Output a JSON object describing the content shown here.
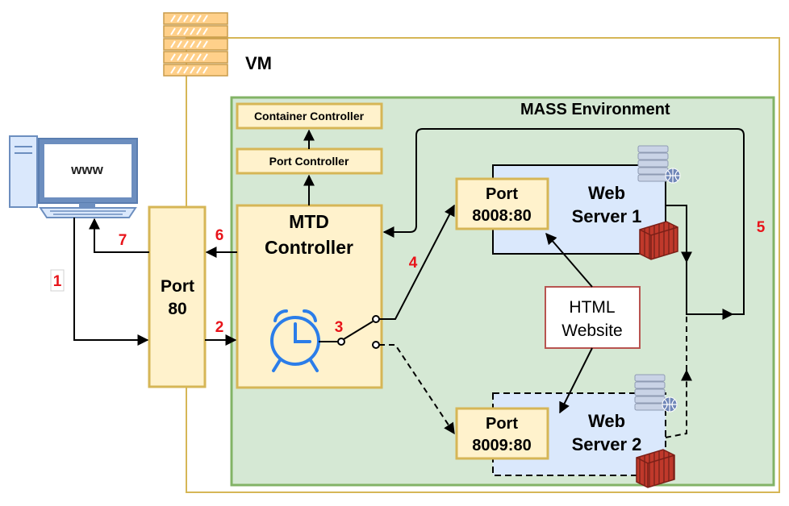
{
  "vm": {
    "label": "VM"
  },
  "mass": {
    "label": "MASS Environment"
  },
  "client": {
    "screen_text": "www"
  },
  "port80": {
    "line1": "Port",
    "line2": "80"
  },
  "mtd": {
    "line1": "MTD",
    "line2": "Controller"
  },
  "container_controller": {
    "label": "Container Controller"
  },
  "port_controller": {
    "label": "Port Controller"
  },
  "port8008": {
    "line1": "Port",
    "line2": "8008:80"
  },
  "port8009": {
    "line1": "Port",
    "line2": "8009:80"
  },
  "web1": {
    "line1": "Web",
    "line2": "Server 1"
  },
  "web2": {
    "line1": "Web",
    "line2": "Server 2"
  },
  "html_site": {
    "line1": "HTML",
    "line2": "Website"
  },
  "steps": [
    "1",
    "2",
    "3",
    "4",
    "5",
    "6",
    "7"
  ],
  "colors": {
    "vm_border": "#d6b656",
    "mass_fill": "#d5e8d4",
    "mass_border": "#82b366",
    "box_fill": "#fff2cc",
    "box_border": "#d6b656",
    "server_fill": "#dae8fc",
    "site_border": "#b85450",
    "step_red": "#e8141a",
    "clock_blue": "#2b7de9"
  }
}
